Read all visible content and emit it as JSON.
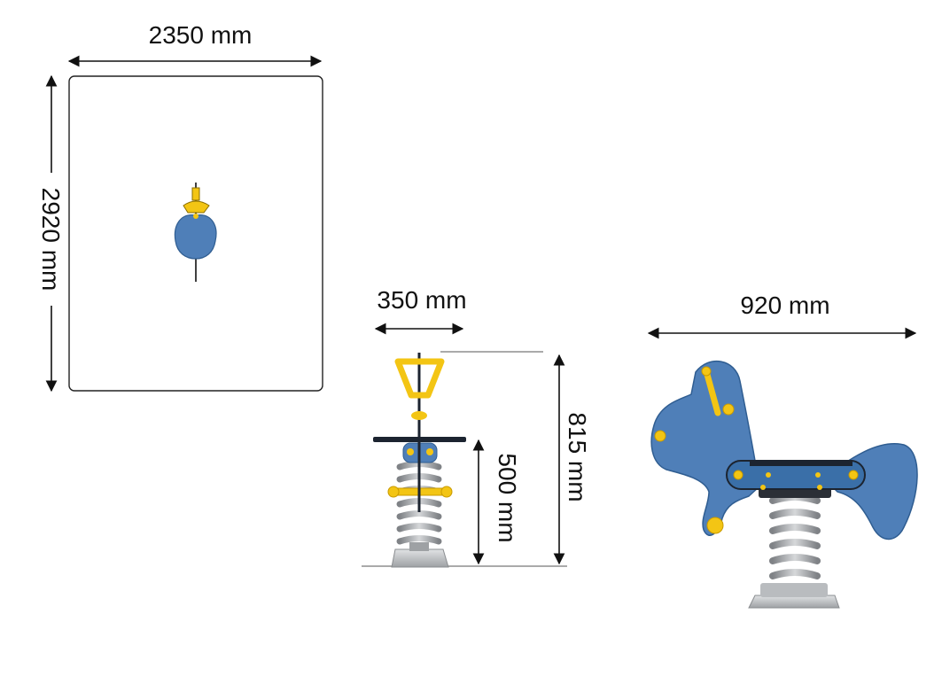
{
  "dimensions": {
    "safety_zone_width": "2350 mm",
    "safety_zone_length": "2920 mm",
    "front_width": "350 mm",
    "seat_height": "500 mm",
    "total_height": "815 mm",
    "side_length": "920 mm"
  },
  "colors": {
    "body_blue": "#4f7fb8",
    "body_blue_dark": "#2f5d91",
    "handle_yellow": "#f3c514",
    "handle_yellow_dark": "#c99a00",
    "spring_grey": "#a9acaf",
    "base_grey": "#c9cbcd",
    "line_black": "#111111"
  },
  "icons": {
    "dimension_arrow": "double-headed-arrow",
    "product_views": [
      "top-view",
      "front-view",
      "side-view"
    ]
  }
}
